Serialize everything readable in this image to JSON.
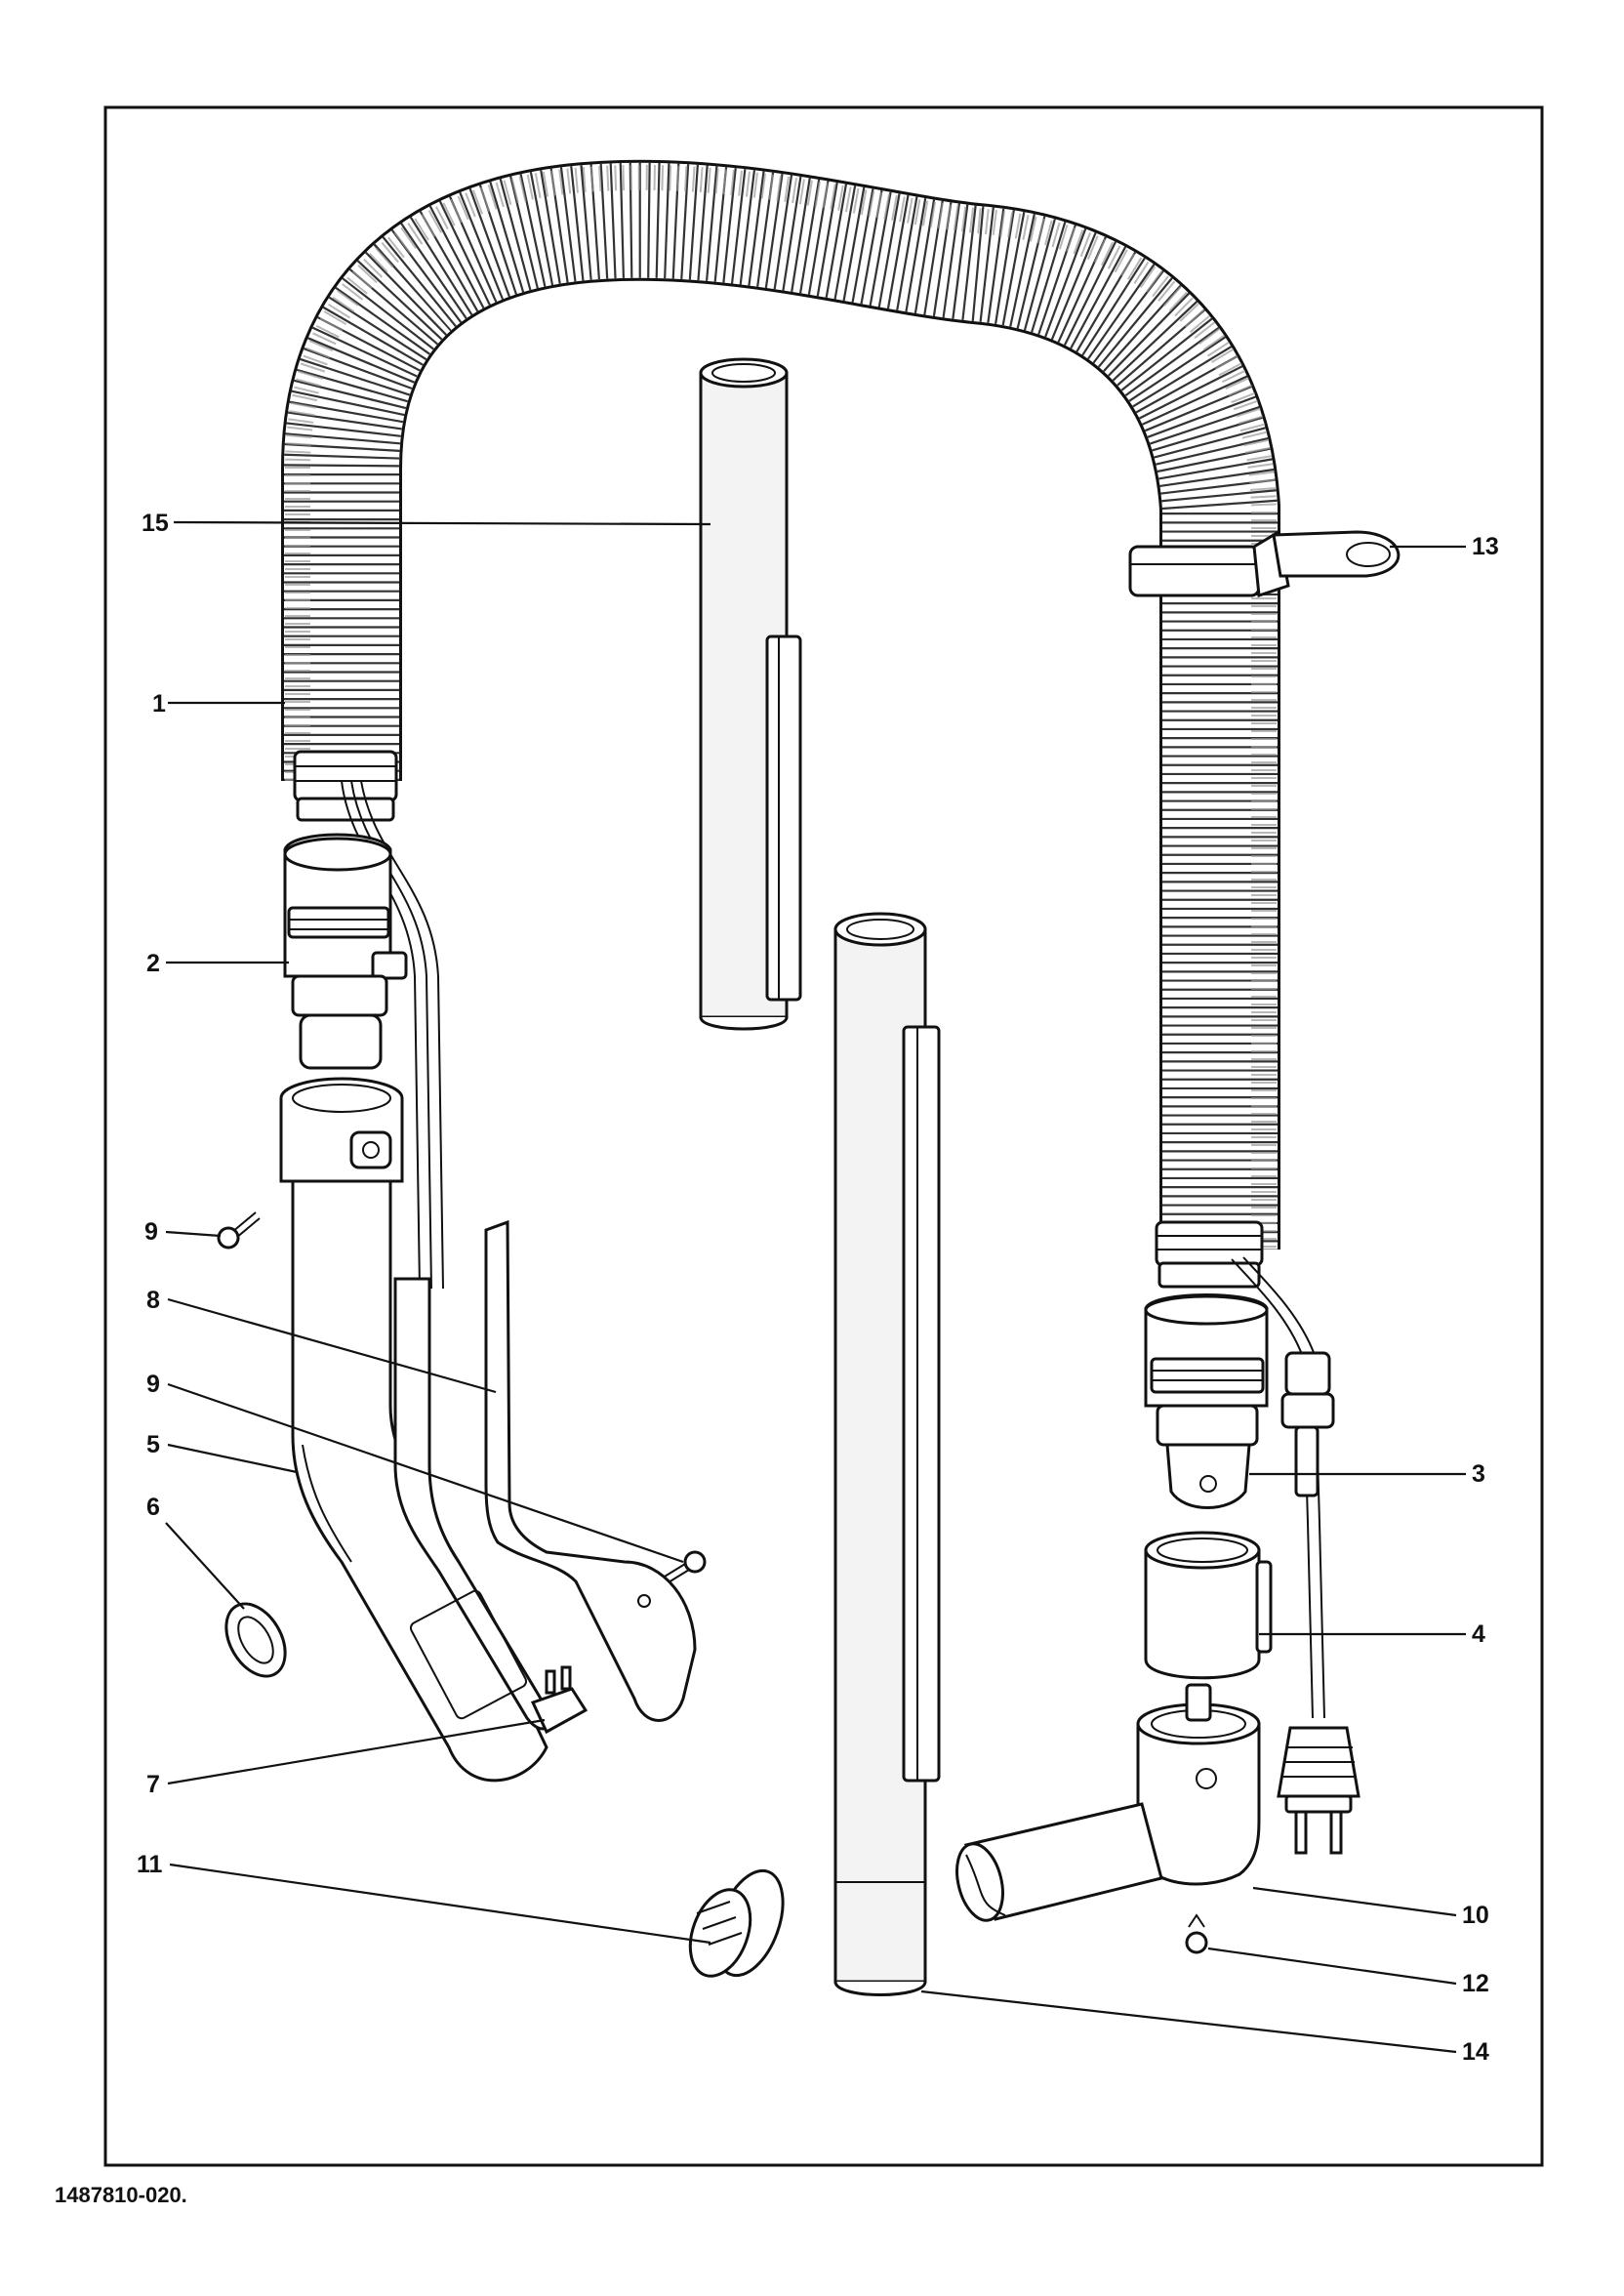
{
  "drawing_code": "1487810-020.",
  "callouts": {
    "c1": "1",
    "c2": "2",
    "c3": "3",
    "c4": "4",
    "c5": "5",
    "c6": "6",
    "c7": "7",
    "c8": "8",
    "c9a": "9",
    "c9b": "9",
    "c10": "10",
    "c11": "11",
    "c12": "12",
    "c13": "13",
    "c14": "14",
    "c15": "15"
  }
}
